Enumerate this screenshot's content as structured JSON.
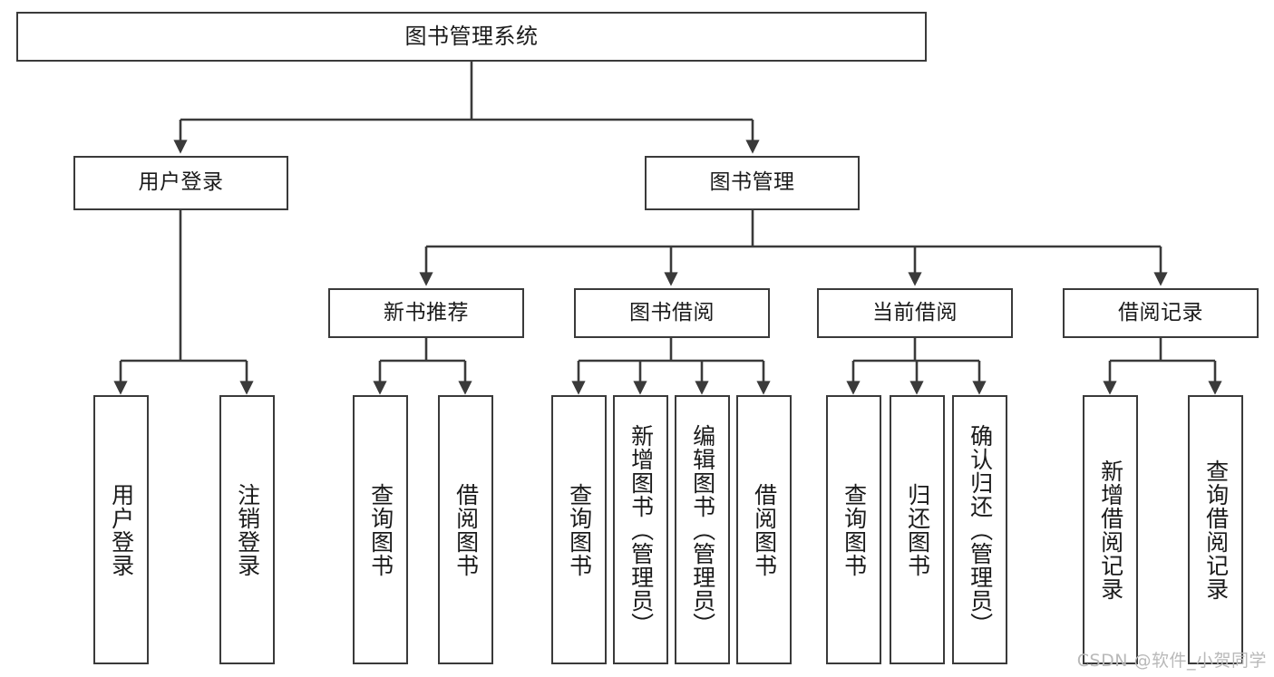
{
  "diagram": {
    "title": "图书管理系统",
    "type": "tree-hierarchy-diagram",
    "colors": {
      "box_border": "#3a3a3a",
      "box_fill": "#ffffff",
      "connector": "#3a3a3a",
      "text": "#1a1a1a",
      "watermark": "#b9b9b9"
    },
    "root": {
      "label": "图书管理系统"
    },
    "level2": [
      {
        "label": "用户登录"
      },
      {
        "label": "图书管理"
      }
    ],
    "level3": [
      {
        "label": "新书推荐"
      },
      {
        "label": "图书借阅"
      },
      {
        "label": "当前借阅"
      },
      {
        "label": "借阅记录"
      }
    ],
    "leaves": {
      "user_login": [
        {
          "label": "用户登录"
        },
        {
          "label": "注销登录"
        }
      ],
      "new_book_recommend": [
        {
          "label": "查询图书"
        },
        {
          "label": "借阅图书"
        }
      ],
      "book_borrow": [
        {
          "label": "查询图书"
        },
        {
          "label": "新增图书（管理员）"
        },
        {
          "label": "编辑图书（管理员）"
        },
        {
          "label": "借阅图书"
        }
      ],
      "current_borrow": [
        {
          "label": "查询图书"
        },
        {
          "label": "归还图书"
        },
        {
          "label": "确认归还（管理员）"
        }
      ],
      "borrow_record": [
        {
          "label": "新增借阅记录"
        },
        {
          "label": "查询借阅记录"
        }
      ]
    }
  },
  "watermark": {
    "text": "CSDN @软件_小贺同学"
  }
}
